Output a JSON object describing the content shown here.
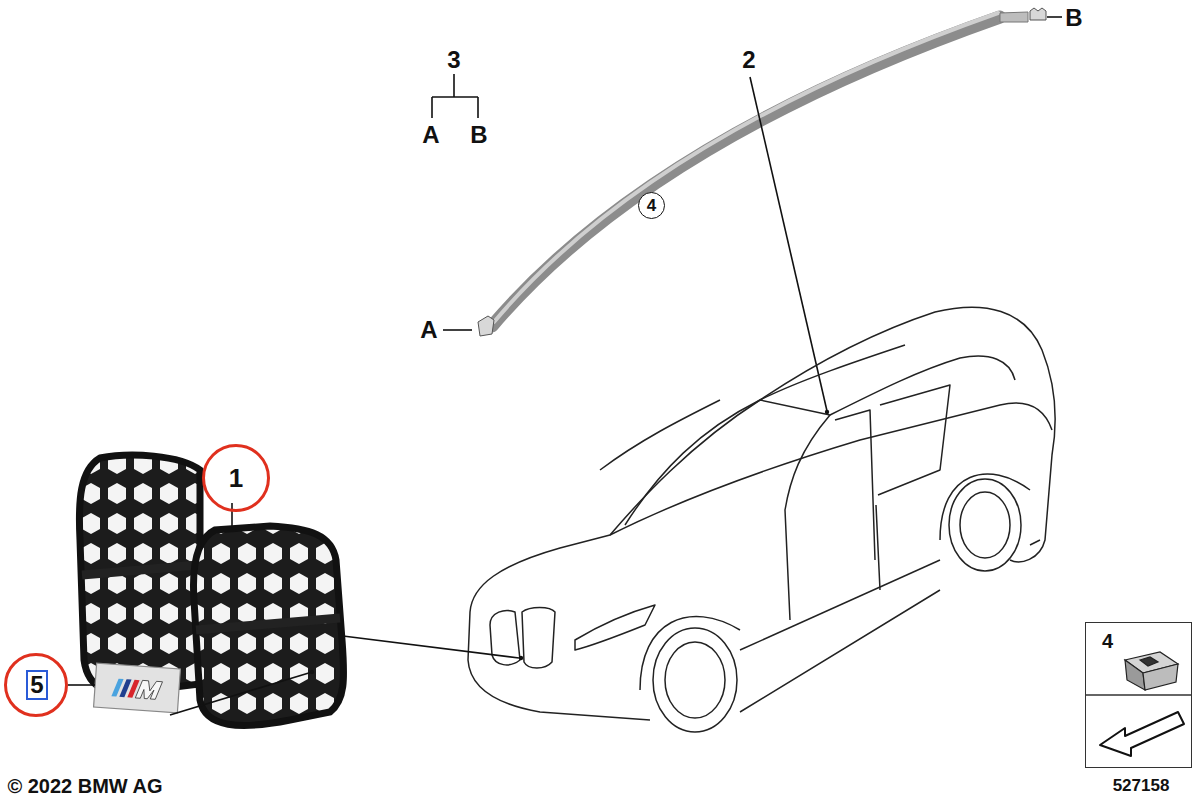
{
  "diagram": {
    "nodes": [
      {
        "text": [
          "1"
        ]
      },
      {
        "text": [
          "5"
        ]
      },
      {
        "text": [
          "4"
        ]
      },
      {
        "text": [
          "4"
        ]
      }
    ],
    "labels": [
      "3",
      "A",
      "B",
      "2",
      "A",
      "B",
      "© 2022 BMW AG",
      "527158"
    ]
  }
}
